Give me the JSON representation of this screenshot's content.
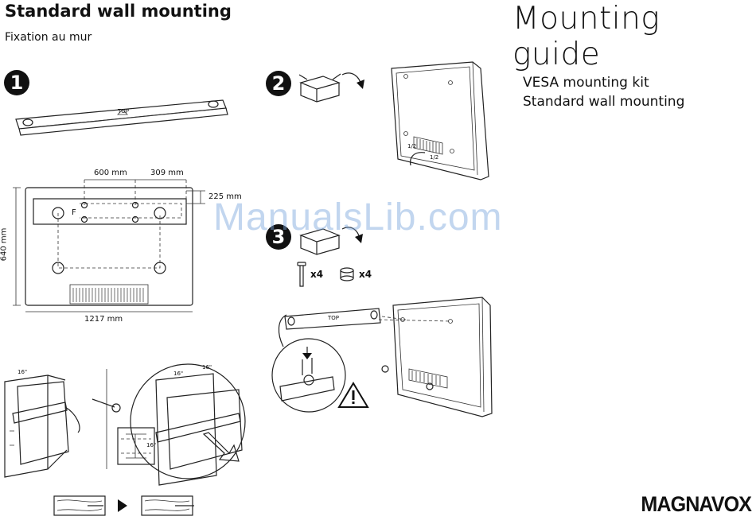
{
  "header": {
    "title": "Standard wall mounting",
    "subtitle": "Fixation au mur",
    "guide_title": "Mounting guide"
  },
  "kit_list": [
    "VESA mounting kit",
    "Standard wall mounting"
  ],
  "steps": [
    "1",
    "2",
    "3"
  ],
  "step1": {
    "bracket_tag": "TOP",
    "width_600": "600 mm",
    "width_309": "309 mm",
    "height_225": "225 mm",
    "height_640": "640 mm",
    "width_1217": "1217 mm",
    "hole_label": "F"
  },
  "step2": {
    "label_half_a": "1/2",
    "label_half_b": "1/2"
  },
  "step3": {
    "screw_qty": "x4",
    "spacer_qty": "x4",
    "bracket_tag": "TOP"
  },
  "install": {
    "stud_left": "16\"",
    "stud_mid": "16\"",
    "stud_right": "16\"",
    "spacing": "16\""
  },
  "brand": "MAGNAVOX",
  "watermark": "ManualsLib.com"
}
